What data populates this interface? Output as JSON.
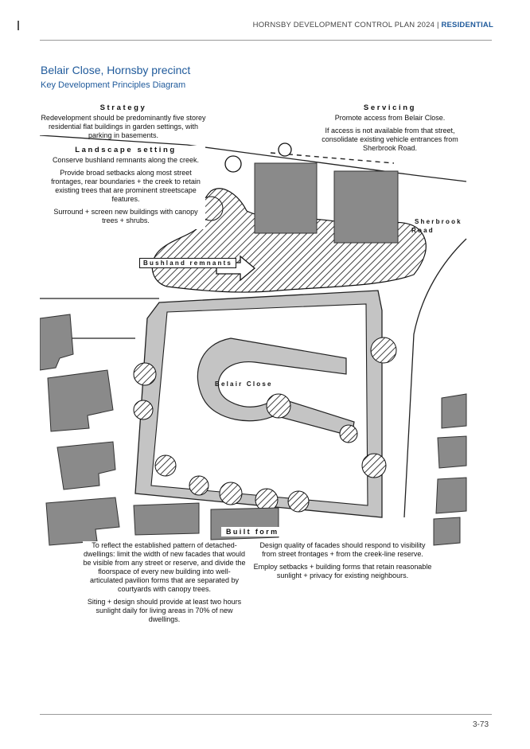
{
  "header": {
    "document": "HORNSBY DEVELOPMENT CONTROL PLAN 2024",
    "separator": "|",
    "section": "RESIDENTIAL"
  },
  "page": {
    "title": "Belair Close, Hornsby precinct",
    "subtitle": "Key Development Principles Diagram",
    "number": "3-73"
  },
  "strategy": {
    "heading": "Strategy",
    "text": "Redevelopment should be predominantly five storey residential flat buildings in garden settings, with parking in basements."
  },
  "servicing": {
    "heading": "Servicing",
    "p1": "Promote access from Belair Close.",
    "p2": "If access is not available from that street, consolidate existing vehicle entrances from Sherbrook Road."
  },
  "landscape": {
    "heading": "Landscape setting",
    "p1": "Conserve bushland remnants along the creek.",
    "p2": "Provide broad setbacks along most street frontages, rear boundaries + the creek to retain existing trees that are prominent streetscape features.",
    "p3": "Surround + screen new buildings with canopy trees + shrubs."
  },
  "built_form": {
    "heading": "Built form",
    "left_p1": "To reflect the established pattern of detached-dwellings: limit the width of new facades that would be visible from any street or reserve, and divide the floorspace of every new building into well-articulated pavilion forms that are separated by courtyards with canopy trees.",
    "left_p2": "Siting + design should provide at least two hours sunlight daily for living areas in 70% of new dwellings.",
    "right_p1": "Design quality of facades should respond to visibility from street frontages + from the creek-line reserve.",
    "right_p2": "Employ setbacks + building forms that retain reasonable sunlight + privacy for existing neighbours."
  },
  "map_labels": {
    "bushland": "Bushland remnants",
    "sherbrook_1": "Sherbrook",
    "sherbrook_2": "Road",
    "belair": "Belair Close"
  },
  "colors": {
    "accent": "#1f5a9b",
    "building": "#8a8a8a",
    "setback": "#c4c4c4"
  }
}
